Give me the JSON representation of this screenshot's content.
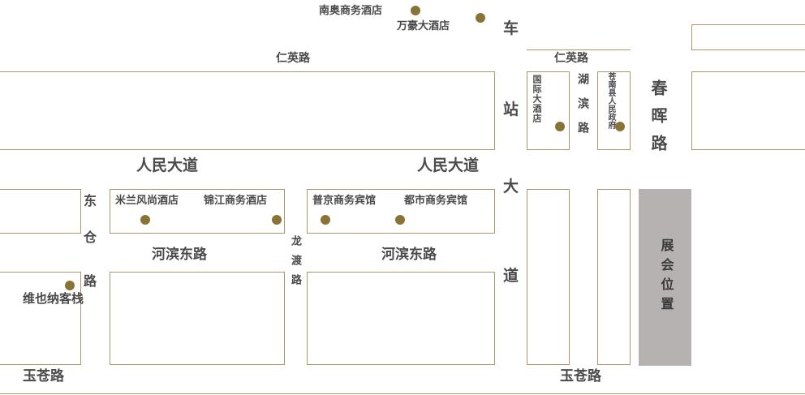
{
  "colors": {
    "block-border": "#a6986b",
    "dot": "#8a7435",
    "text": "#4a4a4a",
    "venue-fill": "#b7b2b2",
    "venue-text": "#3a3a3a"
  },
  "roads": {
    "renying_left": "仁英路",
    "renying_right": "仁英路",
    "renmin_dadao_left": "人民大道",
    "renmin_dadao_right": "人民大道",
    "hebin_dong_left": "河滨东路",
    "hebin_dong_right": "河滨东路",
    "yucang_left": "玉苍路",
    "yucang_right": "玉苍路",
    "chunhui": "春晖路",
    "hubin": "湖滨路",
    "longdu": "龙渡路"
  },
  "chars": {
    "chezhan_dadao": [
      "车",
      "站",
      "大",
      "道"
    ],
    "dongcang": [
      "东",
      "仓",
      "路"
    ]
  },
  "places": {
    "nanao_hotel": "南奥商务酒店",
    "wanhao_hotel": "万豪大酒店",
    "guoji_hotel": "国际大酒店",
    "cangnan_government": "苍南县人民政府",
    "milan_hotel": "米兰风尚酒店",
    "jinjiang_hotel": "锦江商务酒店",
    "pujing_hotel": "普京商务宾馆",
    "dushi_hotel": "都市商务宾馆",
    "vienna_inn": "维也纳客栈",
    "venue": "展会位置"
  }
}
